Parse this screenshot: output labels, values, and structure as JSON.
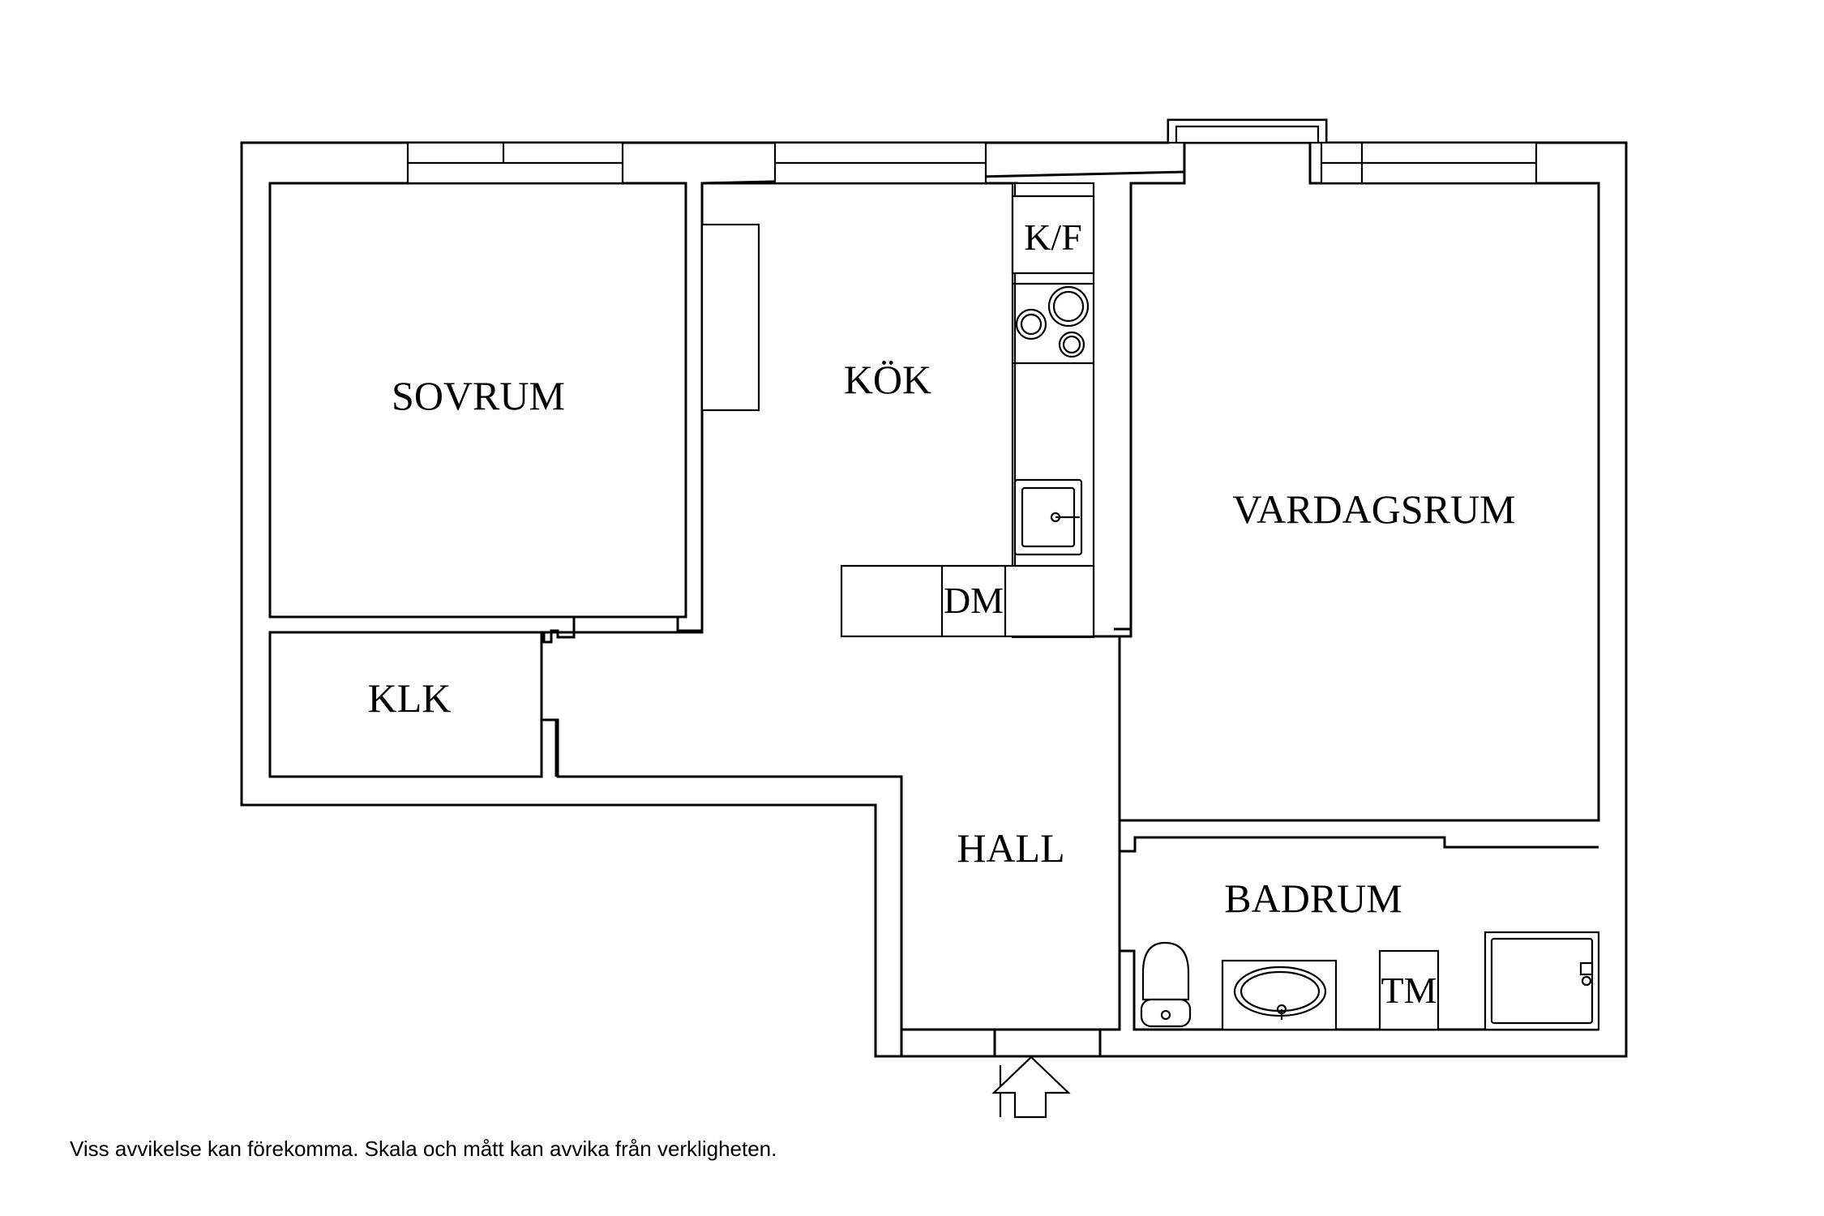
{
  "rooms": {
    "sovrum": "SOVRUM",
    "kok": "KÖK",
    "vardagsrum": "VARDAGSRUM",
    "klk": "KLK",
    "hall": "HALL",
    "badrum": "BADRUM"
  },
  "fixtures": {
    "fridge_freezer": "K/F",
    "dishwasher": "DM",
    "washing_machine": "TM"
  },
  "footer": {
    "disclaimer": "Viss avvikelse kan förekomma. Skala och mått kan avvika från verkligheten."
  },
  "icons": {
    "entrance": "entrance-arrow-icon",
    "stove": "stove-icon",
    "sink": "kitchen-sink-icon",
    "toilet": "toilet-icon",
    "washbasin": "washbasin-icon",
    "shower": "shower-icon"
  }
}
